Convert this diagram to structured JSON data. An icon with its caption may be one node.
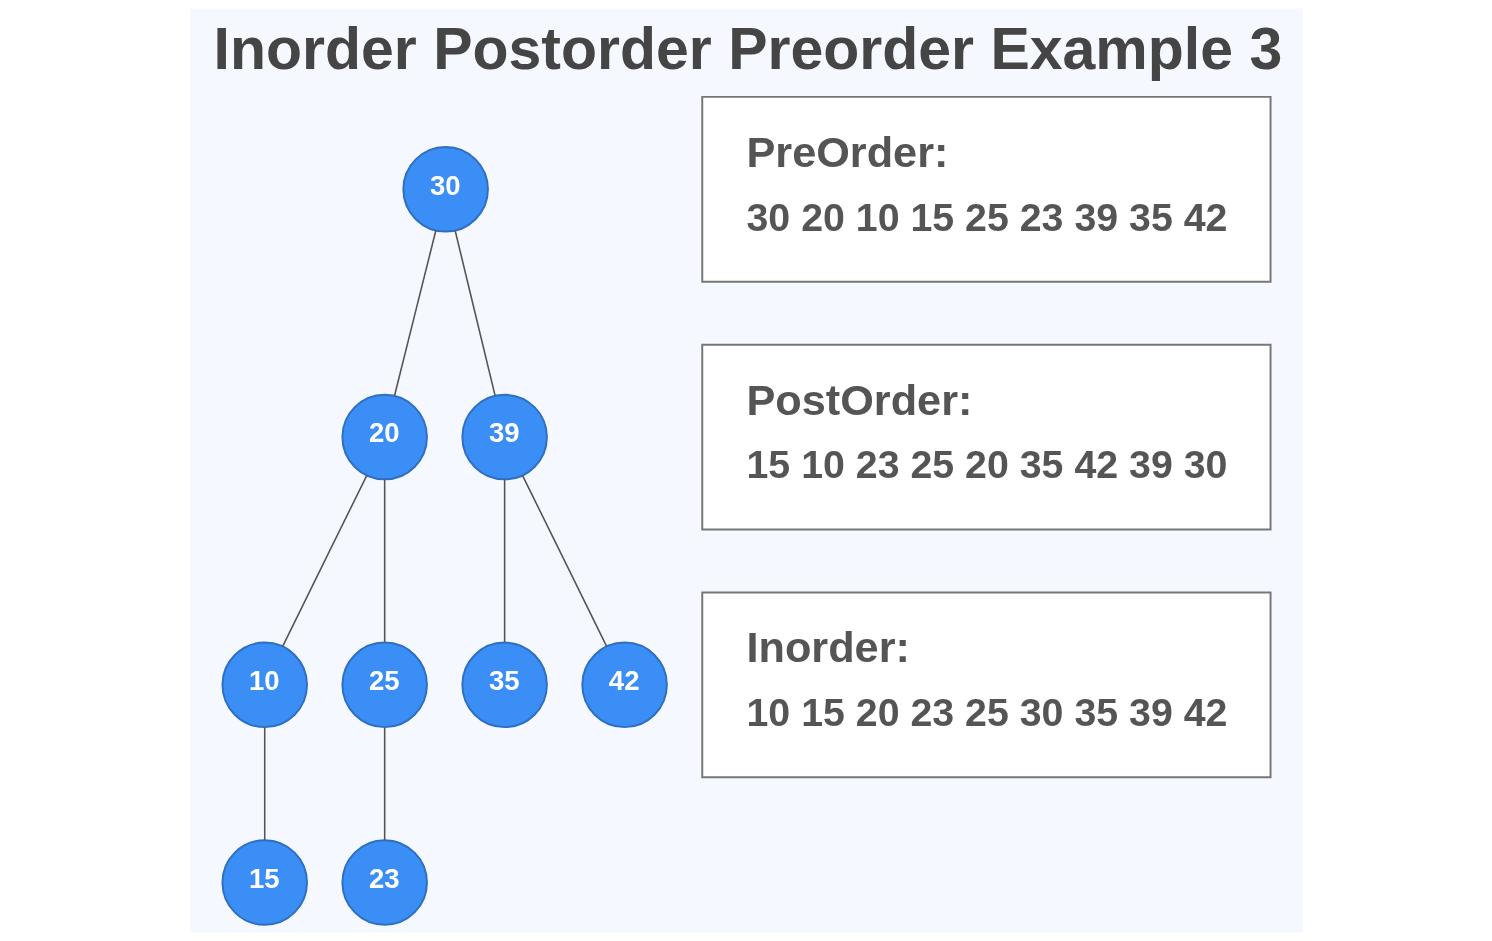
{
  "diagram": {
    "title": "Inorder Postorder Preorder Example 3",
    "nodes": [
      {
        "text": [
          "30"
        ]
      },
      {
        "text": [
          "20"
        ]
      },
      {
        "text": [
          "39"
        ]
      },
      {
        "text": [
          "10"
        ]
      },
      {
        "text": [
          "25"
        ]
      },
      {
        "text": [
          "35"
        ]
      },
      {
        "text": [
          "42"
        ]
      },
      {
        "text": [
          "15"
        ]
      },
      {
        "text": [
          "23"
        ]
      },
      {
        "text": [
          "PreOrder:",
          "30 20 10 15 25 23 39 35 42"
        ]
      },
      {
        "text": [
          "PostOrder:",
          "15 10 23 25 20 35 42 39 30"
        ]
      },
      {
        "text": [
          "Inorder:",
          "10 15 20 23 25 30 35 39 42"
        ]
      }
    ],
    "edges": [
      {
        "from": 0,
        "to": 1,
        "arrow": "none"
      },
      {
        "from": 0,
        "to": 2,
        "arrow": "none"
      },
      {
        "from": 1,
        "to": 3,
        "arrow": "none"
      },
      {
        "from": 1,
        "to": 4,
        "arrow": "none"
      },
      {
        "from": 2,
        "to": 5,
        "arrow": "none"
      },
      {
        "from": 2,
        "to": 6,
        "arrow": "none"
      },
      {
        "from": 3,
        "to": 7,
        "arrow": "none"
      },
      {
        "from": 4,
        "to": 8,
        "arrow": "none"
      }
    ]
  }
}
